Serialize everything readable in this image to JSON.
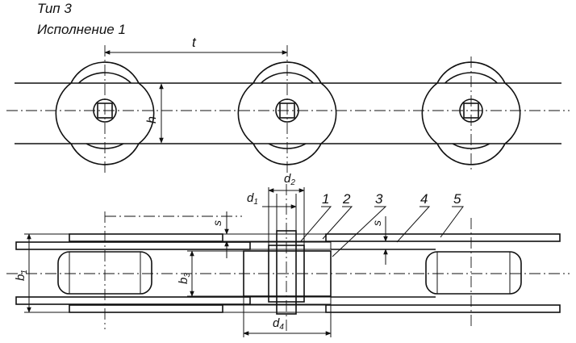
{
  "header": {
    "type_label": "Тип 3",
    "variant_label": "Исполнение 1"
  },
  "dimensions": {
    "pitch": "t",
    "height": "h",
    "d1": "d",
    "d1_sub": "1",
    "d2": "d",
    "d2_sub": "2",
    "d3": "b",
    "d3_sub": "3",
    "d4": "d",
    "d4_sub": "4",
    "b1": "b",
    "b1_sub": "1",
    "s_left": "s",
    "s_right": "s"
  },
  "callouts": [
    "1",
    "2",
    "3",
    "4",
    "5"
  ]
}
